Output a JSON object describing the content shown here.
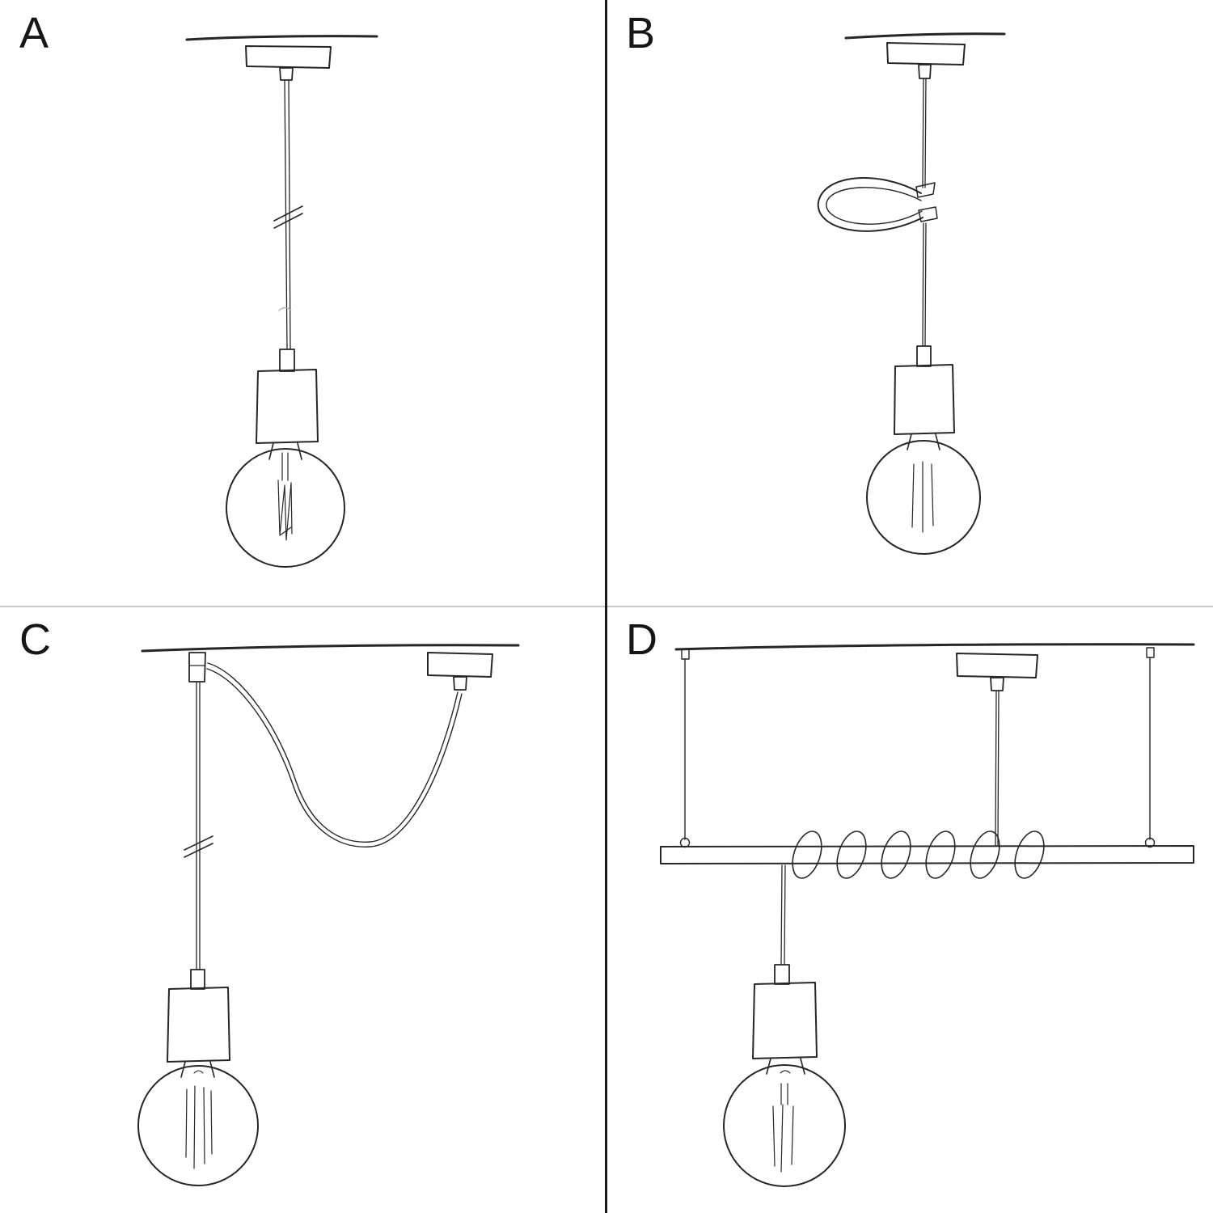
{
  "figure": {
    "type": "hand-drawn-sketch-grid",
    "background_color": "#ffffff",
    "ink_color": "#262626",
    "divider_vertical_color": "#191919",
    "divider_horizontal_color": "#c9c9c9"
  },
  "panels": [
    {
      "label": "A",
      "name": "pendant-straight-drop"
    },
    {
      "label": "B",
      "name": "pendant-with-cable-clip-loop"
    },
    {
      "label": "C",
      "name": "pendant-swag-across-ceiling"
    },
    {
      "label": "D",
      "name": "pendant-wrapped-on-suspended-bar"
    }
  ]
}
